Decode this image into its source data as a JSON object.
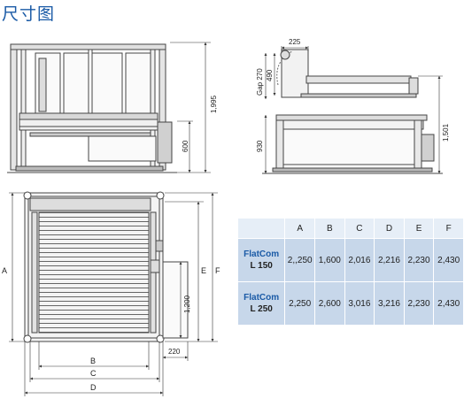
{
  "title": "尺寸图",
  "front_view": {
    "height_total": "1,995",
    "height_base": "600"
  },
  "side_view": {
    "top_width": "225",
    "gap_label": "Gap 270",
    "dim_490": "490",
    "dim_930": "930",
    "dim_1501": "1,501"
  },
  "top_view": {
    "label_A": "A",
    "label_B": "B",
    "label_C": "C",
    "label_D": "D",
    "label_E": "E",
    "label_F": "F",
    "dim_1200": "1,200",
    "dim_220": "220"
  },
  "table": {
    "headers": [
      "A",
      "B",
      "C",
      "D",
      "E",
      "F"
    ],
    "rows": [
      {
        "name_line1": "FlatCom",
        "name_line2": "L 150",
        "values": [
          "2,,250",
          "1,600",
          "2,016",
          "2,216",
          "2,230",
          "2,430"
        ]
      },
      {
        "name_line1": "FlatCom",
        "name_line2": "L 250",
        "values": [
          "2,250",
          "2,600",
          "3,016",
          "3,216",
          "2,230",
          "2,430"
        ]
      }
    ]
  },
  "colors": {
    "title": "#1a5aa6",
    "header_bg": "#e6eef7",
    "cell_bg": "#c7d7ea",
    "name_bg": "#b6cae3"
  }
}
